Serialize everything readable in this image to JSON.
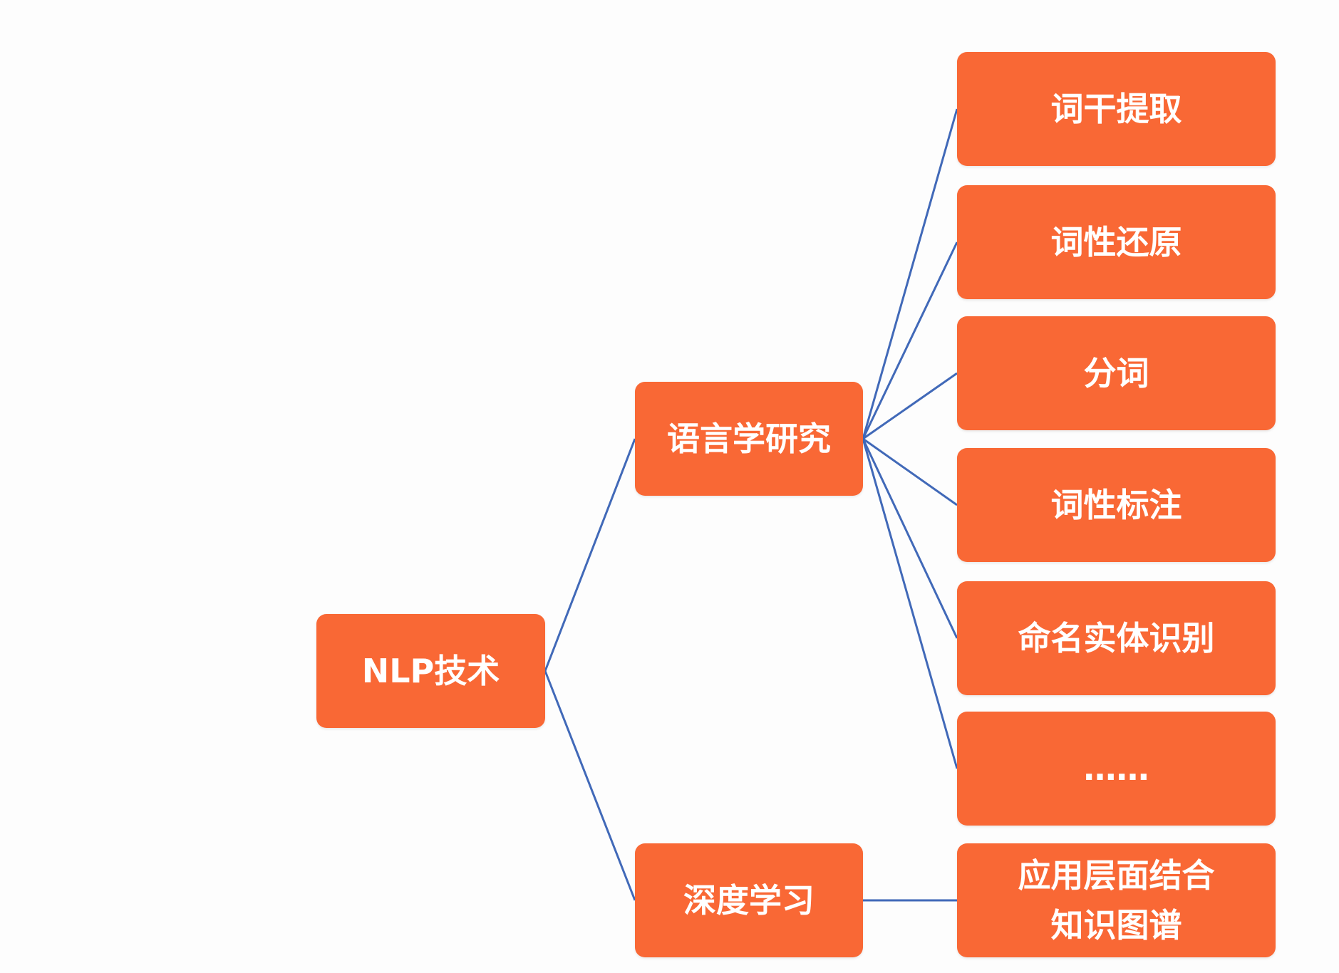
{
  "diagram": {
    "type": "tree",
    "edge_color": "#4169b8",
    "node_color": "#f96835",
    "text_color": "#ffffff",
    "root": {
      "label": "NLP技术"
    },
    "branches": [
      {
        "label": "语言学研究",
        "children": [
          "词干提取",
          "词性还原",
          "分词",
          "词性标注",
          "命名实体识别",
          "……"
        ]
      },
      {
        "label": "深度学习",
        "children_lines": [
          "应用层面结合",
          "知识图谱"
        ]
      }
    ]
  }
}
